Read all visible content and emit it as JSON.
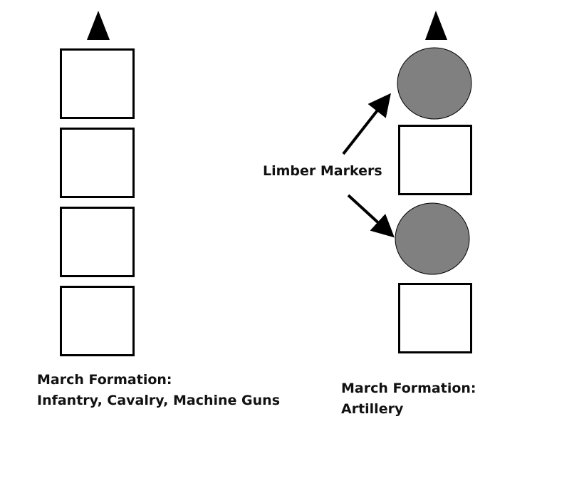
{
  "colors": {
    "outline": "#000000",
    "limber_fill": "#808080",
    "box_fill": "#ffffff",
    "background": "#ffffff"
  },
  "left_formation": {
    "direction_marker": "up-arrow-triangle",
    "units": [
      "box",
      "box",
      "box",
      "box"
    ],
    "caption_line1": "March Formation:",
    "caption_line2": "Infantry, Cavalry, Machine Guns"
  },
  "right_formation": {
    "direction_marker": "up-arrow-triangle",
    "units": [
      "limber-circle",
      "box",
      "limber-circle",
      "box"
    ],
    "caption_line1": "March Formation:",
    "caption_line2": "Artillery"
  },
  "annotation": {
    "label": "Limber Markers",
    "points_to": [
      "limber-circle-1",
      "limber-circle-2"
    ]
  }
}
